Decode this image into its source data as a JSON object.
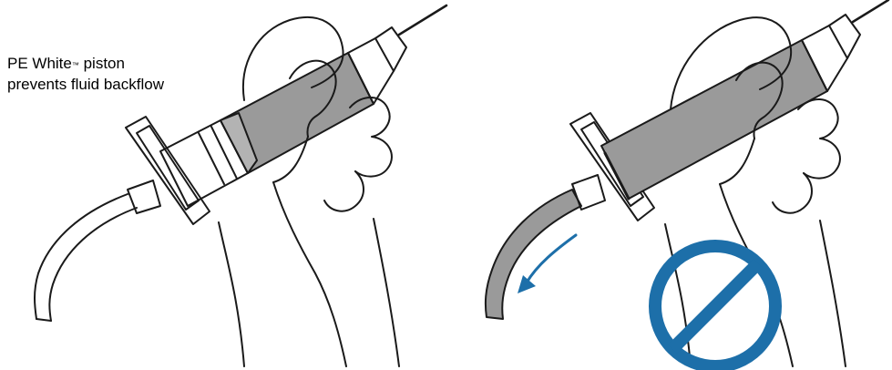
{
  "caption": {
    "line1_brand": "PE White",
    "line1_trademark": "™",
    "line1_rest": " piston",
    "line2": "prevents fluid backflow"
  },
  "colors": {
    "ink": "#1a1a1a",
    "fluid_gray": "#9a9a9a",
    "fluid_gray_light": "#b3b3b3",
    "accent_blue": "#1d6fa9"
  },
  "icons": {
    "prohibition": "no-entry-icon",
    "backflow_arrow": "curved-arrow-icon"
  }
}
